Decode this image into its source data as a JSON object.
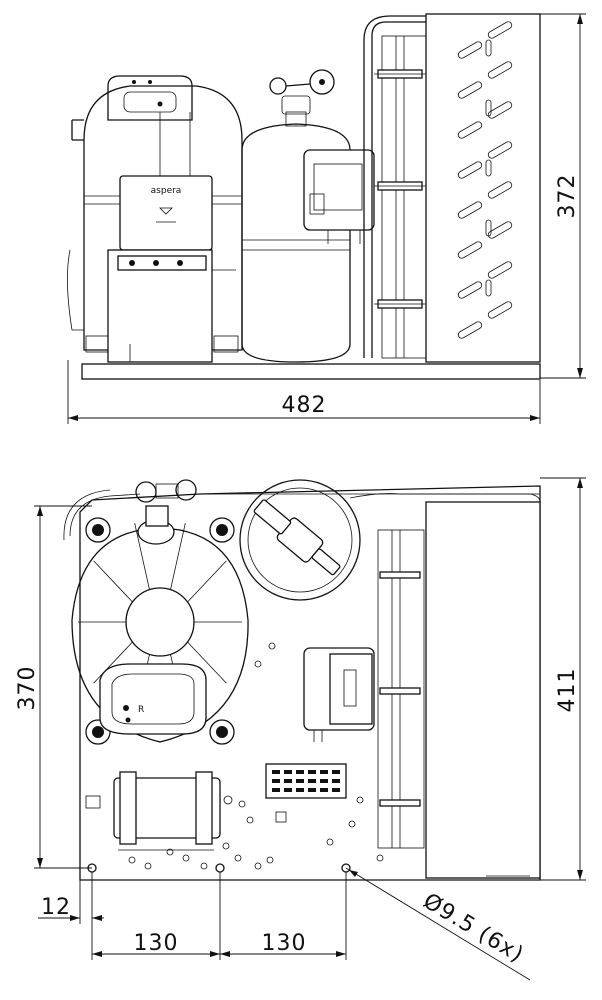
{
  "side_view": {
    "width_label": "482",
    "height_label": "372",
    "compressor_brand": "aspera"
  },
  "top_view": {
    "depth_label": "370",
    "width_label": "411",
    "offset_label": "12",
    "spacing_1_label": "130",
    "spacing_2_label": "130",
    "hole_label": "Ø9.5 (6x)"
  }
}
